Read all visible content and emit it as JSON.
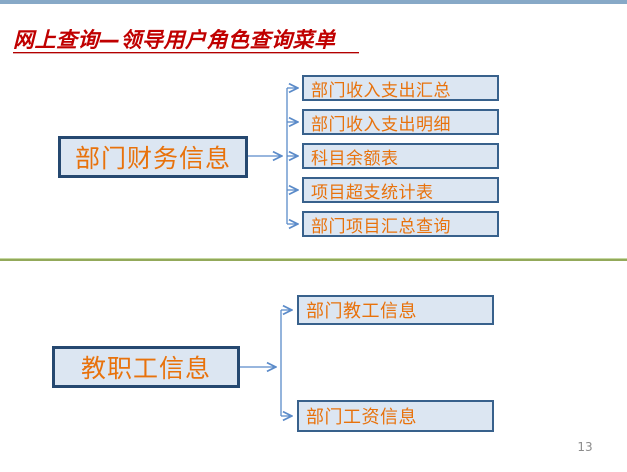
{
  "slide": {
    "title": "网上查询—领导用户角色查询菜单",
    "page_number": "13"
  },
  "colors": {
    "top_bar_blue": "#87a9c7",
    "title_red": "#c00000",
    "title_underline_red": "#b30000",
    "node_fill_light_blue": "#dce6f2",
    "child_node_border_blue": "#38618c",
    "parent_node_border_navy": "#254870",
    "node_text_orange": "#e8720c",
    "connector_arrow_blue": "#5b8bc9",
    "divider_olive_green": "#93a95a",
    "page_number_gray": "#8c8c8c"
  },
  "sections": [
    {
      "name": "department-finance-info",
      "parent_label": "部门财务信息",
      "children": [
        "部门收入支出汇总",
        "部门收入支出明细",
        "科目余额表",
        "项目超支统计表",
        "部门项目汇总查询"
      ]
    },
    {
      "name": "staff-info",
      "parent_label": "教职工信息",
      "children": [
        "部门教工信息",
        "部门工资信息"
      ]
    }
  ]
}
